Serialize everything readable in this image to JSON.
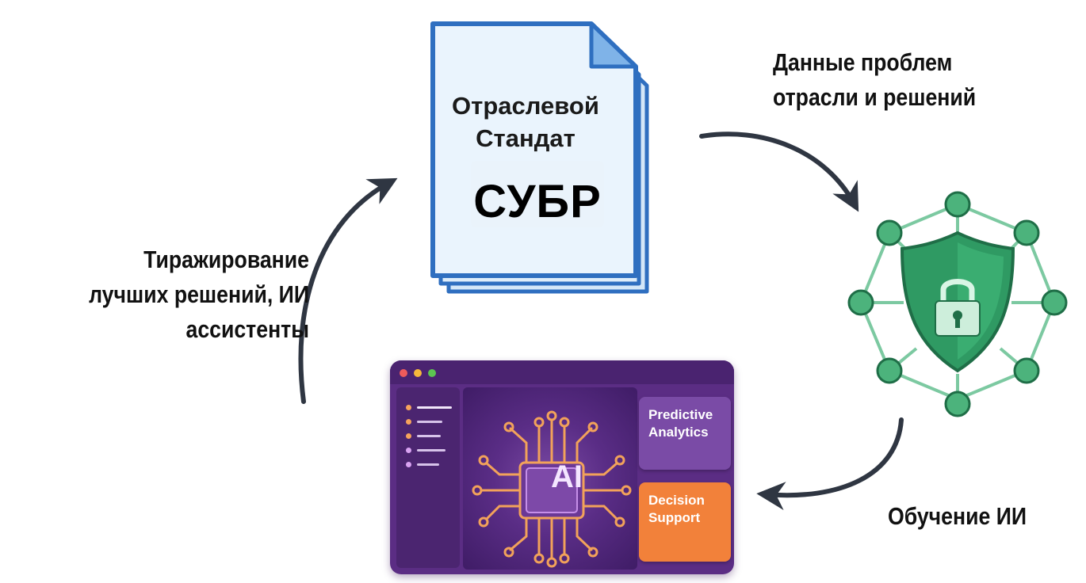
{
  "document": {
    "title_line1": "Отраслевой",
    "title_line2": "Стандат",
    "code": "СУБР"
  },
  "labels": {
    "industry_data_line1": "Данные проблем",
    "industry_data_line2": "отрасли и решений",
    "ai_training": "Обучение ИИ",
    "replication_line1": "Тиражирование",
    "replication_line2": "лучших решений, ИИ",
    "replication_line3": "ассистенты"
  },
  "ai_app": {
    "chip_label": "AI",
    "card_predictive_line1": "Predictive",
    "card_predictive_line2": "Analytics",
    "card_decision_line1": "Decision",
    "card_decision_line2": "Support"
  },
  "icons": {
    "document": "document-icon",
    "network": "shield-lock-network-icon",
    "ai": "ai-chip-icon"
  },
  "colors": {
    "document_fill": "#eaf4fd",
    "document_border": "#2f6fc0",
    "shield_green": "#2e9a62",
    "app_purple": "#5b2d84",
    "card_orange": "#f2813a",
    "arrow": "#2f3642"
  }
}
